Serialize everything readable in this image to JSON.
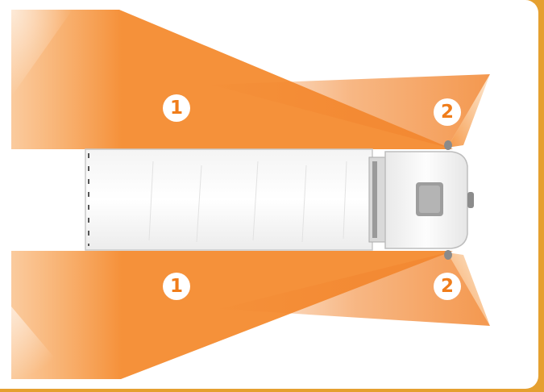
{
  "markers": {
    "zone_1_upper": "1",
    "zone_2_upper": "2",
    "zone_1_lower": "1",
    "zone_2_lower": "2"
  },
  "colors": {
    "zone": "#f5913a",
    "marker_text": "#f07d1a",
    "background": "#ffffff",
    "frame": "#e5a030"
  },
  "icons": [
    "truck-top-view-icon",
    "side-mirror-icon"
  ]
}
